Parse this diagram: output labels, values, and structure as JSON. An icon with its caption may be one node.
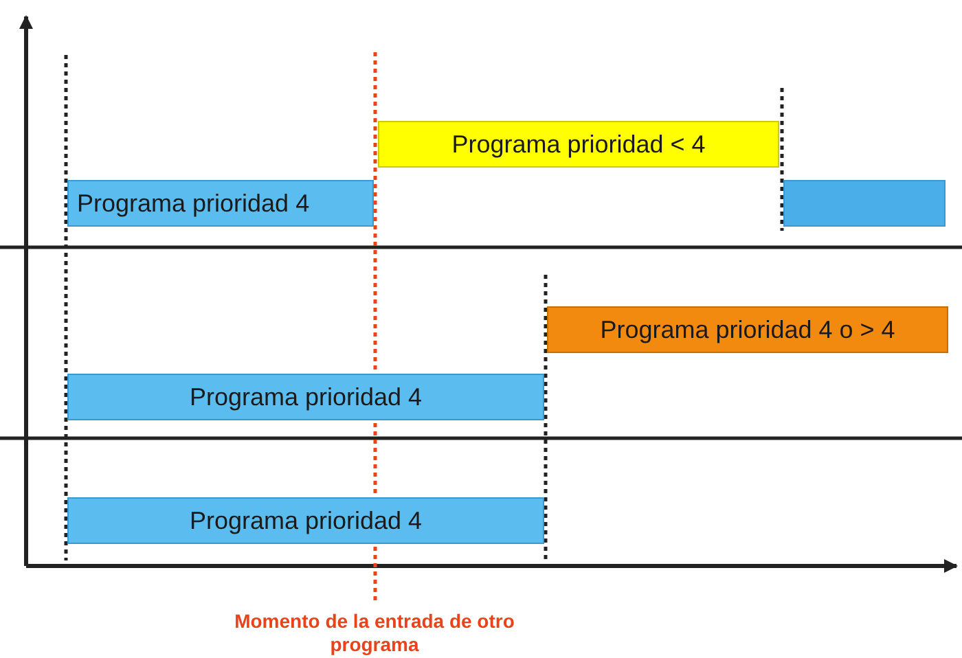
{
  "diagram": {
    "nodes": [
      {
        "text": [
          "Programa prioridad < 4"
        ]
      },
      {
        "text": [
          "Programa prioridad 4"
        ]
      },
      {
        "text": [],
        "shape": "bar"
      },
      {
        "text": [
          "Programa prioridad 4 o > 4"
        ]
      },
      {
        "text": [
          "Programa prioridad 4"
        ]
      },
      {
        "text": [
          "Programa prioridad 4"
        ]
      }
    ],
    "edges": [],
    "labels": [
      "Momento de la entrada de otro programa"
    ]
  }
}
